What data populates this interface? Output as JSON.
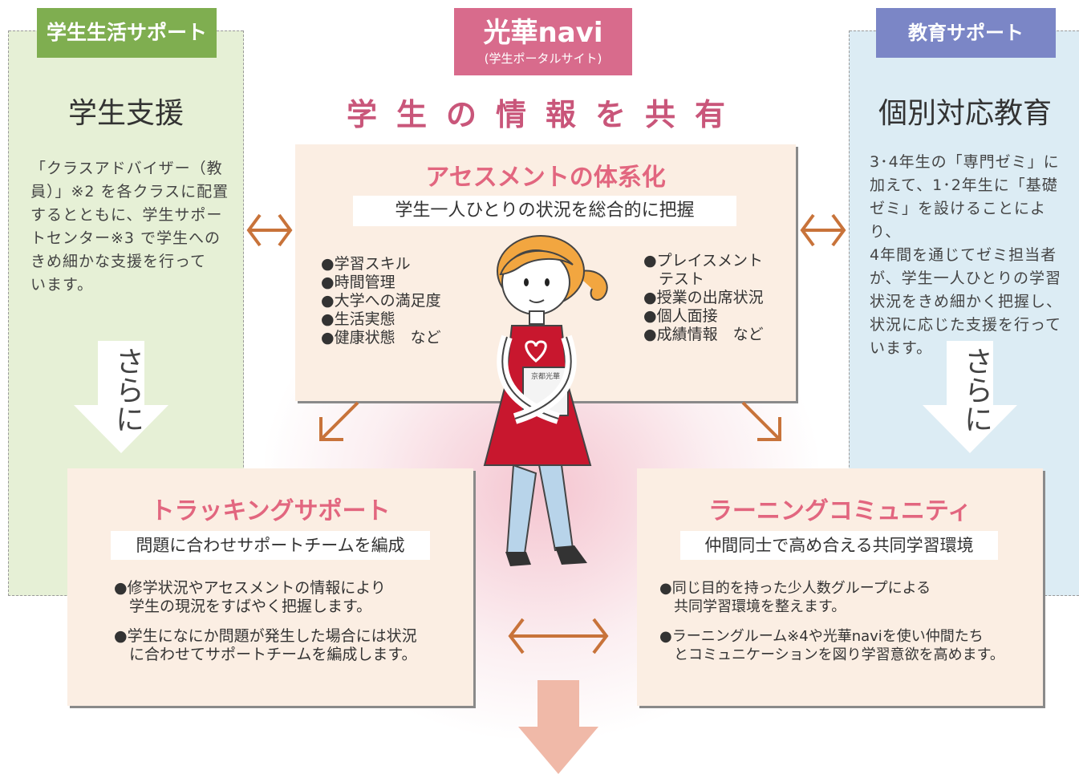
{
  "left_panel": {
    "label": "学生生活サポート",
    "title": "学生支援",
    "body_lines": [
      "「クラスアドバイザー（教",
      "員）」※2 を各クラスに配置",
      "するとともに、学生サポー",
      "トセンター※3 で学生への",
      "きめ細かな支援を行って",
      "います。"
    ],
    "further": "さらに"
  },
  "center_label": {
    "title": "光華navi",
    "subtitle": "(学生ポータルサイト)"
  },
  "share_title": "学生の情報を共有",
  "right_panel": {
    "label": "教育サポート",
    "title": "個別対応教育",
    "body_lines": [
      "3･4年生の「専門ゼミ」に",
      "加えて、1･2年生に「基礎",
      "ゼミ」を設けることにより、",
      "4年間を通じてゼミ担当者",
      "が、学生一人ひとりの学習",
      "状況をきめ細かく把握し、",
      "状況に応じた支援を行って",
      "います。"
    ],
    "further": "さらに"
  },
  "assessment": {
    "title": "アセスメントの体系化",
    "subtitle": "学生一人ひとりの状況を総合的に把握",
    "left_items": [
      "●学習スキル",
      "●時間管理",
      "●大学への満足度",
      "●生活実態",
      "●健康状態　など"
    ],
    "right_items": [
      "●プレイスメント",
      "　テスト",
      "●授業の出席状況",
      "●個人面接",
      "●成績情報　など"
    ]
  },
  "figure": {
    "book_text": "京都光華"
  },
  "tracking": {
    "title": "トラッキングサポート",
    "subtitle": "問題に合わせサポートチームを編成",
    "bullets": [
      "●修学状況やアセスメントの情報により",
      "　学生の現況をすばやく把握します。",
      "●学生になにか問題が発生した場合には状況",
      "　に合わせてサポートチームを編成します。"
    ]
  },
  "learning": {
    "title": "ラーニングコミュニティ",
    "subtitle": "仲間同士で高め合える共同学習環境",
    "bullets": [
      "●同じ目的を持った少人数グループによる",
      "　共同学習環境を整えます。",
      "●ラーニングルーム※4や光華naviを使い仲間たち",
      "　とコミュニケーションを図り学習意欲を高めます。"
    ]
  },
  "colors": {
    "green": "#7fae50",
    "blue": "#7b86c6",
    "pink": "#d86b8c",
    "arrow_brown": "#c8733a"
  }
}
